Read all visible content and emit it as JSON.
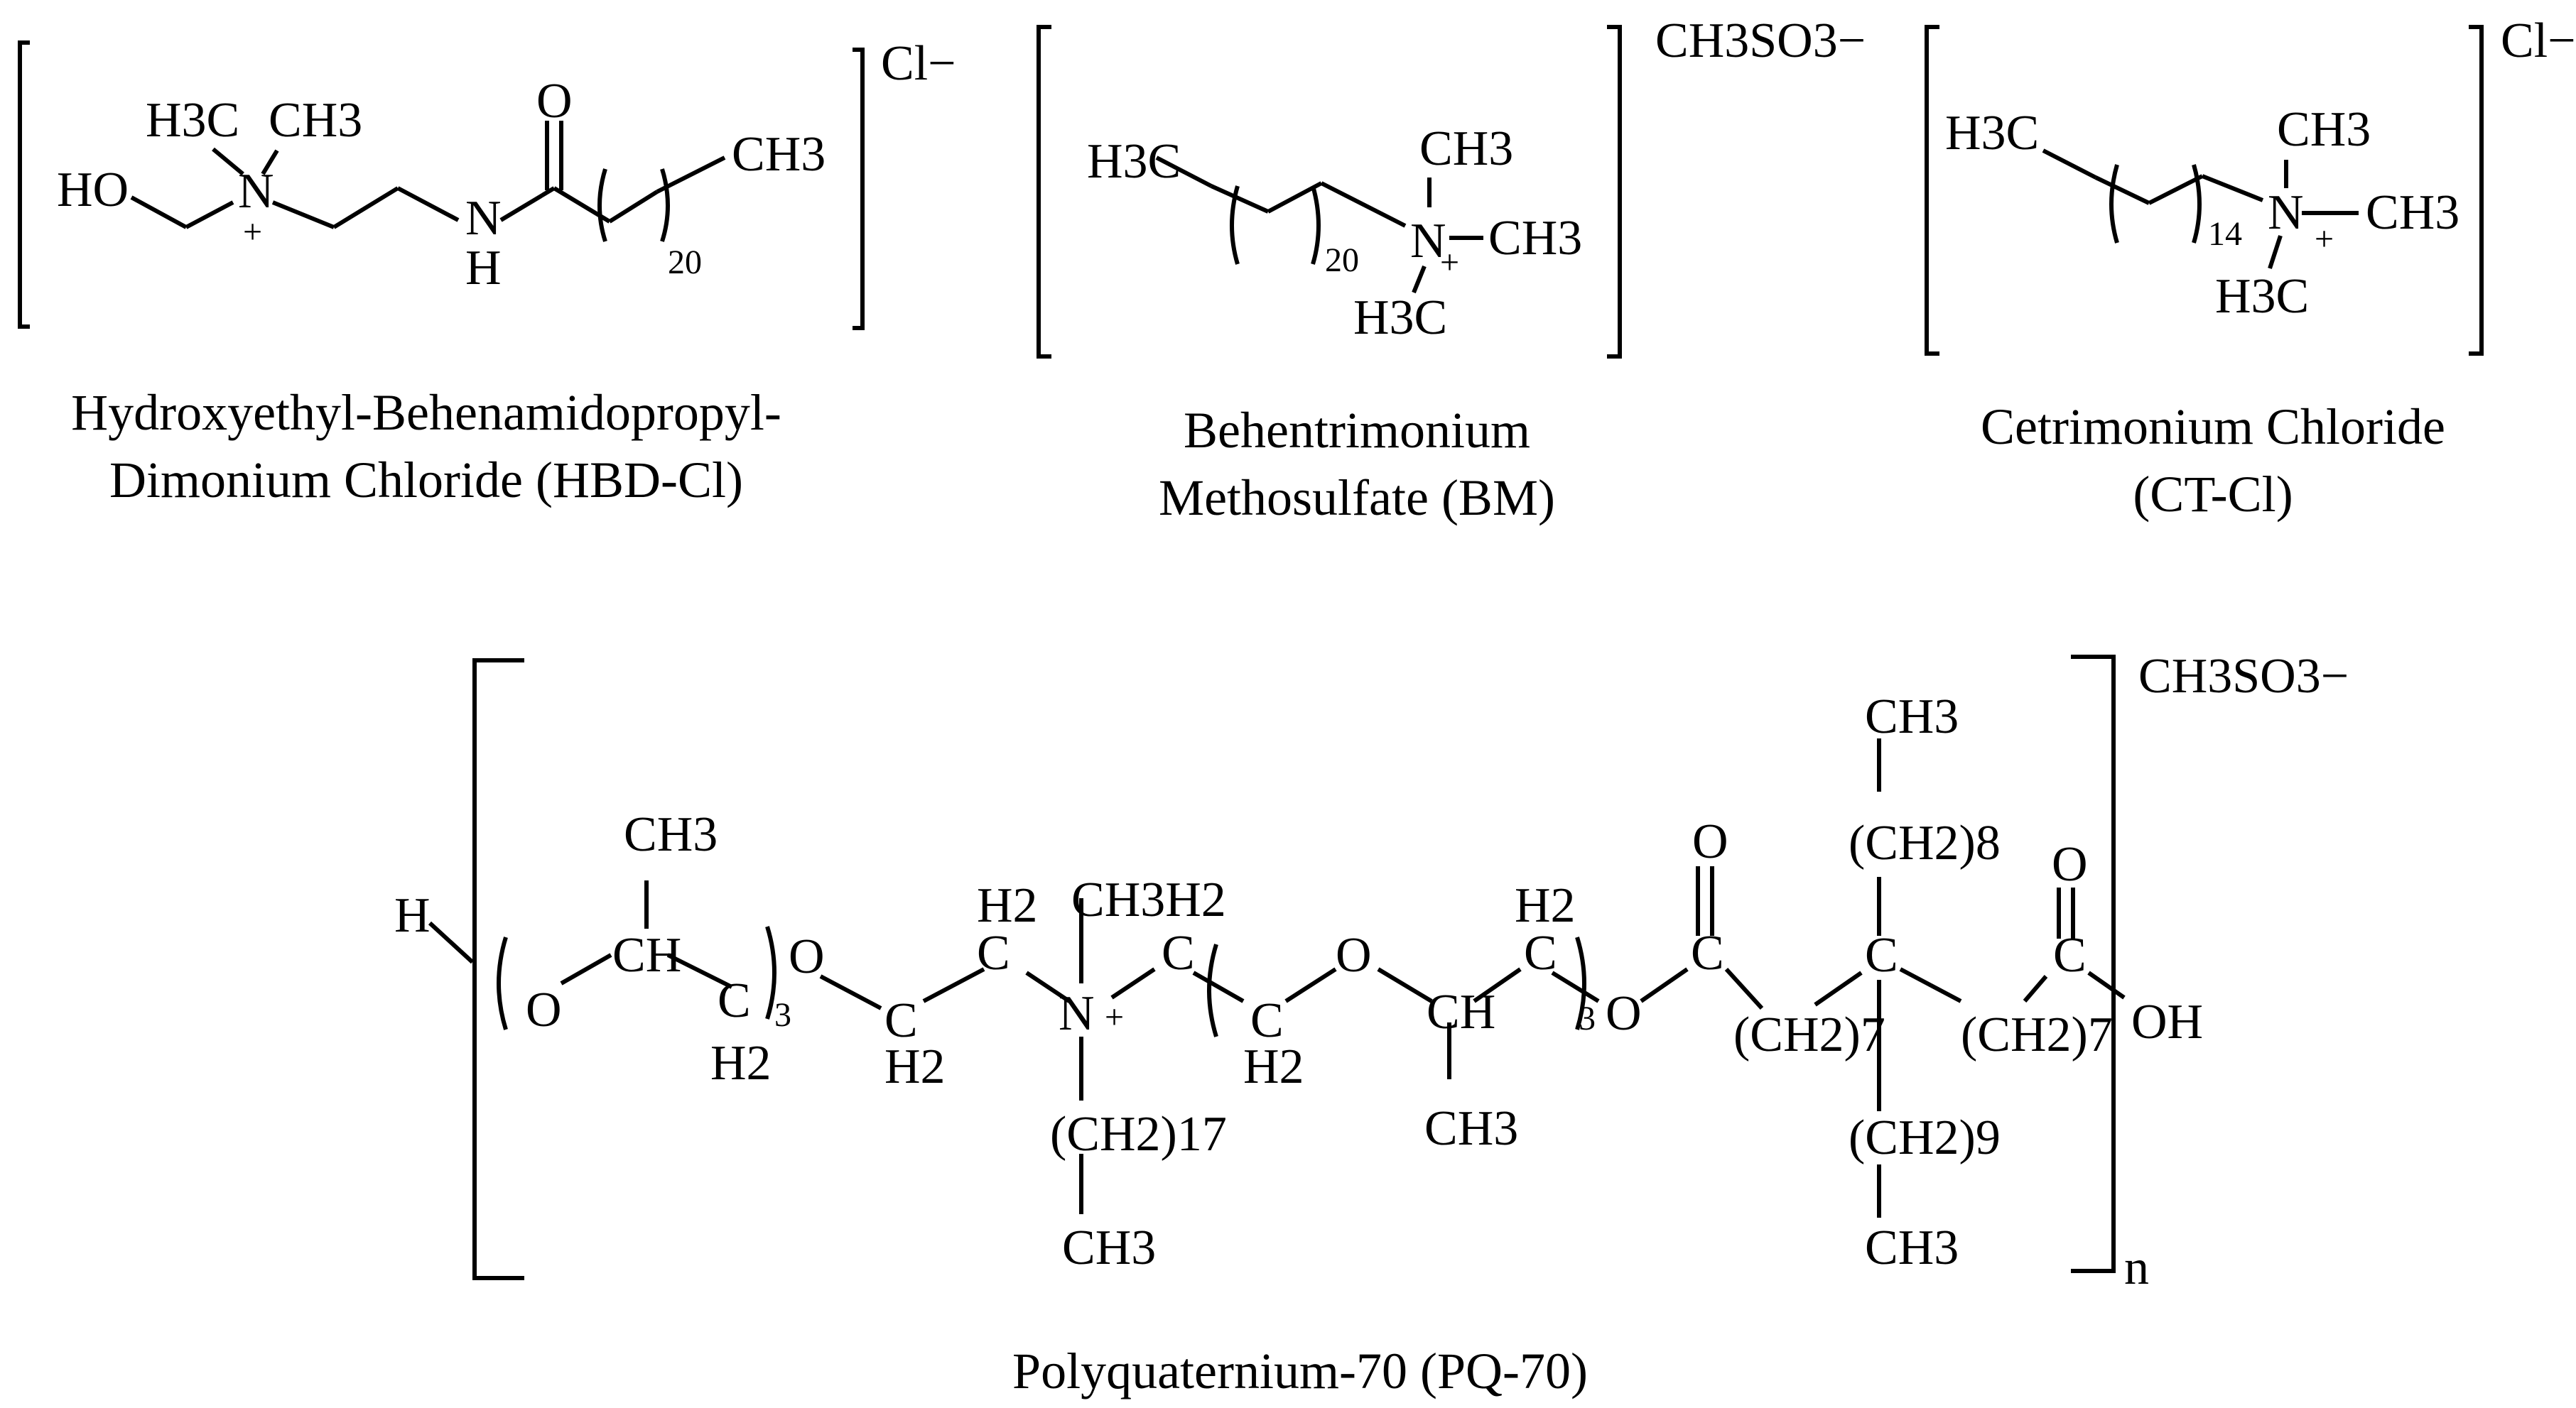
{
  "mol_hbd": {
    "h3c": "H3C",
    "ch3": "CH3",
    "ho": "HO",
    "n": "N",
    "plus": "+",
    "o": "O",
    "nh_n": "N",
    "nh_h": "H",
    "ch3_end": "CH3",
    "count": "20",
    "counterion": "Cl−",
    "caption_line1": "Hydroxyethyl-Behenamidopropyl-",
    "caption_line2": "Dimonium Chloride (HBD-Cl)"
  },
  "mol_bm": {
    "h3c": "H3C",
    "count": "20",
    "n": "N",
    "plus": "+",
    "ch3_top": "CH3",
    "ch3_right": "CH3",
    "h3c_bottom": "H3C",
    "counterion": "CH3SO3−",
    "caption_line1": "Behentrimonium",
    "caption_line2": "Methosulfate (BM)"
  },
  "mol_ct": {
    "h3c": "H3C",
    "count": "14",
    "n": "N",
    "plus": "+",
    "ch3_top": "CH3",
    "ch3_right": "CH3",
    "h3c_bottom": "H3C",
    "counterion": "Cl−",
    "caption_line1": "Cetrimonium Chloride",
    "caption_line2": "(CT-Cl)"
  },
  "mol_pq": {
    "h": "H",
    "o1": "O",
    "ch1": "CH",
    "ch3_1": "CH3",
    "c1": "C",
    "h2_1": "H2",
    "rep1": "3",
    "o2": "O",
    "c2": "C",
    "h2_2": "H2",
    "c3": "C",
    "h2_3": "H2",
    "n": "N",
    "plus": "+",
    "ch3h2": "CH3H2",
    "chain_n": "(CH2)17",
    "ch3_n": "CH3",
    "c4": "C",
    "c5": "C",
    "h2_5": "H2",
    "o3": "O",
    "ch2": "CH",
    "ch3_2": "CH3",
    "c6": "C",
    "h2_6": "H2",
    "rep2": "3",
    "o4": "O",
    "o_ester": "O",
    "c_ester": "C",
    "chain7a": "(CH2)7",
    "c_quat": "C",
    "ch3_top": "CH3",
    "chain8": "(CH2)8",
    "chain9": "(CH2)9",
    "ch3_bottom": "CH3",
    "chain7b": "(CH2)7",
    "o_acid": "O",
    "c_acid": "C",
    "oh": "OH",
    "n_sub": "n",
    "counterion": "CH3SO3−",
    "caption": "Polyquaternium-70 (PQ-70)"
  }
}
